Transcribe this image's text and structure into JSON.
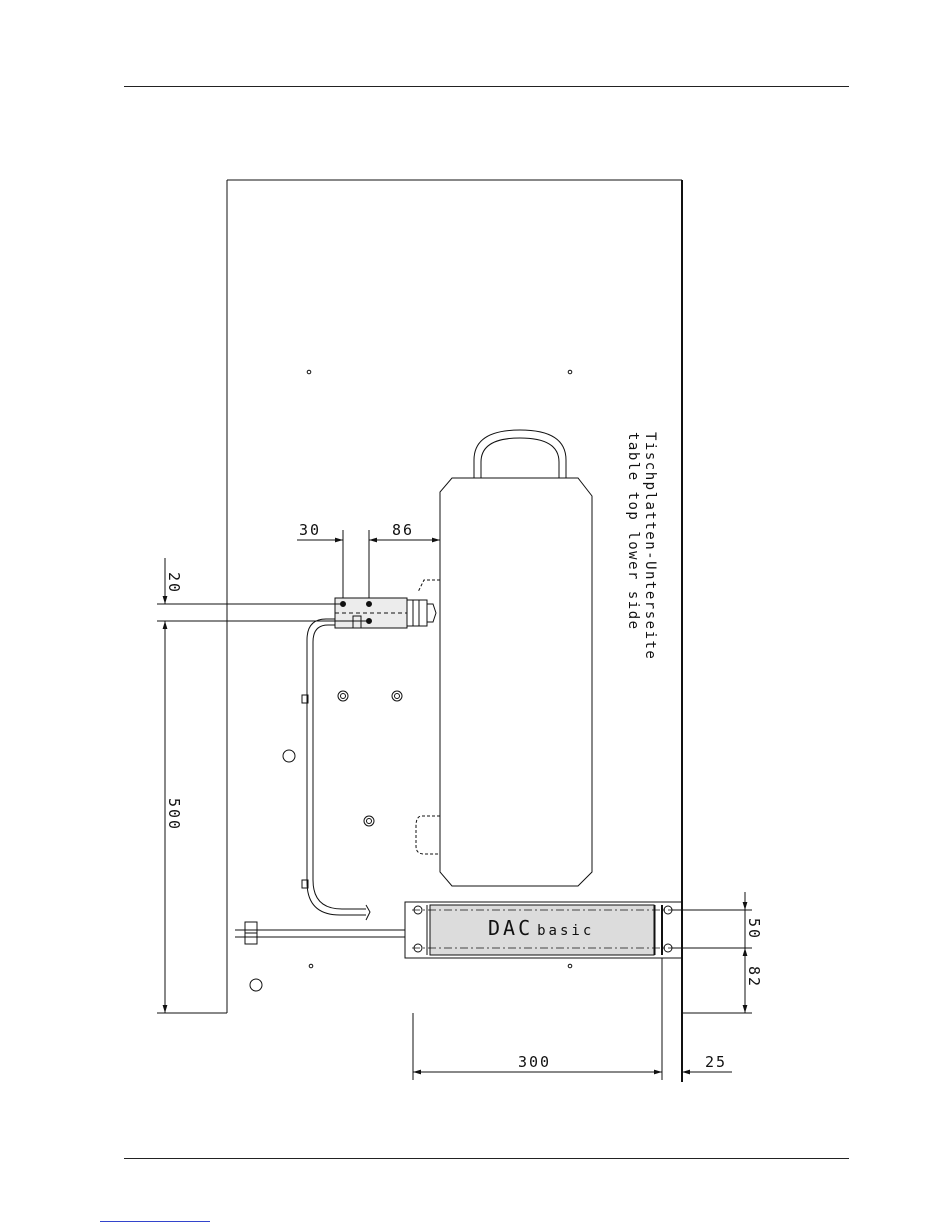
{
  "drawing": {
    "dimensions": {
      "d30": "30",
      "d86": "86",
      "d20": "20",
      "d500": "500",
      "d50": "50",
      "d82": "82",
      "d300": "300",
      "d25": "25"
    },
    "label_de": "Tischplatten-Unterseite",
    "label_en": "table top lower side",
    "brand_main": "DAC",
    "brand_sub": "basic"
  },
  "colors": {
    "ink": "#111111",
    "box_fill": "#dcdcdc"
  }
}
